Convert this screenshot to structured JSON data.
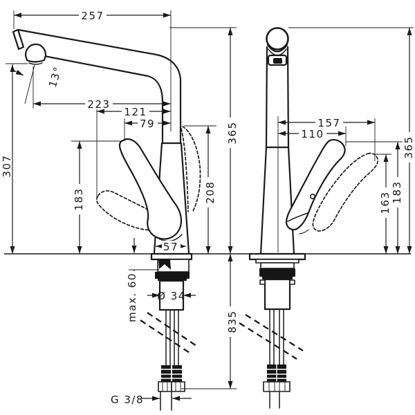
{
  "drawing": {
    "type": "faucet-installation-technical-drawing",
    "views": {
      "left": "side-view",
      "right": "front-view"
    }
  },
  "dims": {
    "left": {
      "reach": "257",
      "angle": "13°",
      "aerator_to_axis": "223",
      "handle_front_to_axis": "121",
      "handle_up_to_axis": "79",
      "aerator_height": "307",
      "handle_height": "183",
      "handle_raised_height": "208",
      "total_height": "365",
      "base_width": "57",
      "counter_max_thickness": "max. 60",
      "shank_diameter": "Ø 34",
      "hose_length": "835",
      "thread": "G 3/8"
    },
    "right": {
      "handle_reach_open": "157",
      "handle_reach_closed": "110",
      "handle_tip_height": "163",
      "handle_height": "183",
      "total_height": "365"
    }
  }
}
